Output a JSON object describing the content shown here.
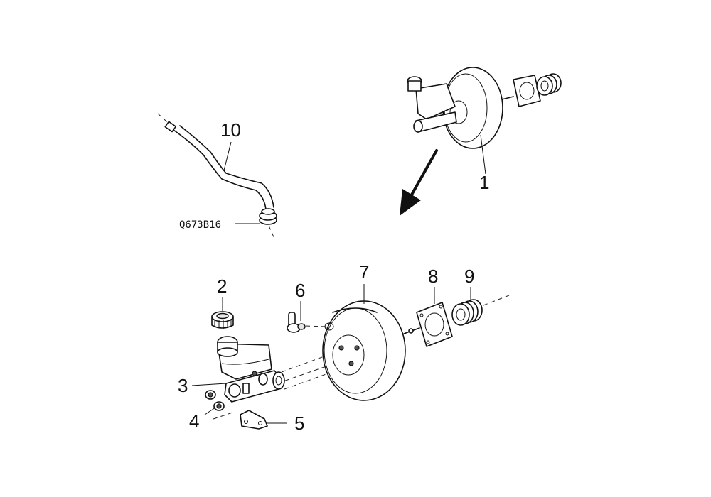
{
  "diagram": {
    "callouts": {
      "c1": "1",
      "c2": "2",
      "c3": "3",
      "c4": "4",
      "c5": "5",
      "c6": "6",
      "c7": "7",
      "c8": "8",
      "c9": "9",
      "c10": "10"
    },
    "part_code": "Q673B16"
  }
}
